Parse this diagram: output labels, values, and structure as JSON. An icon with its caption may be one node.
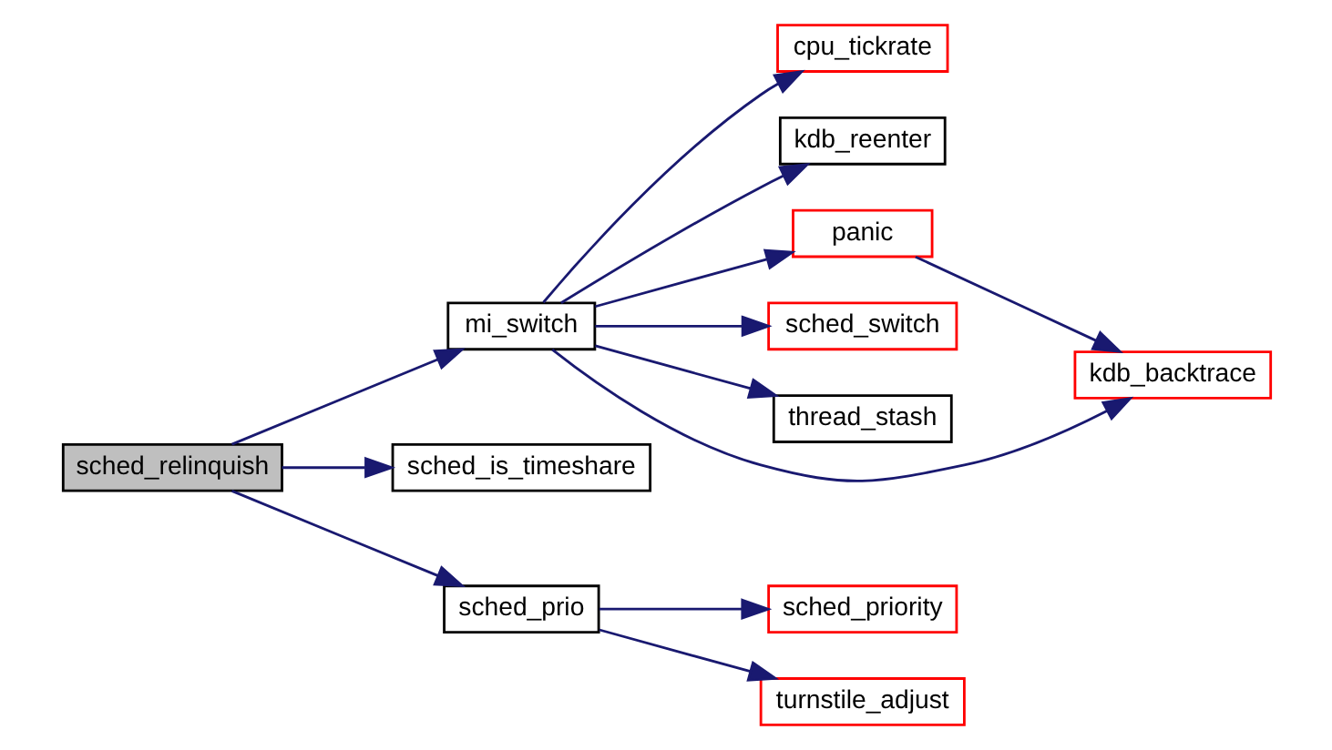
{
  "diagram": {
    "nodes": [
      {
        "text": [
          "sched_relinquish"
        ]
      },
      {
        "text": [
          "mi_switch"
        ]
      },
      {
        "text": [
          "sched_is_timeshare"
        ]
      },
      {
        "text": [
          "sched_prio"
        ]
      },
      {
        "text": [
          "cpu_tickrate"
        ]
      },
      {
        "text": [
          "kdb_reenter"
        ]
      },
      {
        "text": [
          "panic"
        ]
      },
      {
        "text": [
          "sched_switch"
        ]
      },
      {
        "text": [
          "thread_stash"
        ]
      },
      {
        "text": [
          "kdb_backtrace"
        ]
      },
      {
        "text": [
          "sched_priority"
        ]
      },
      {
        "text": [
          "turnstile_adjust"
        ]
      }
    ],
    "edges": [
      {
        "from": 0,
        "to": 1,
        "arrow": "to"
      },
      {
        "from": 0,
        "to": 2,
        "arrow": "to"
      },
      {
        "from": 0,
        "to": 3,
        "arrow": "to"
      },
      {
        "from": 1,
        "to": 4,
        "arrow": "to"
      },
      {
        "from": 1,
        "to": 9,
        "arrow": "to"
      },
      {
        "from": 1,
        "to": 5,
        "arrow": "to"
      },
      {
        "from": 1,
        "to": 6,
        "arrow": "to"
      },
      {
        "from": 1,
        "to": 7,
        "arrow": "to"
      },
      {
        "from": 1,
        "to": 8,
        "arrow": "to"
      },
      {
        "from": 6,
        "to": 9,
        "arrow": "to"
      },
      {
        "from": 3,
        "to": 10,
        "arrow": "to"
      },
      {
        "from": 3,
        "to": 11,
        "arrow": "to"
      }
    ]
  }
}
